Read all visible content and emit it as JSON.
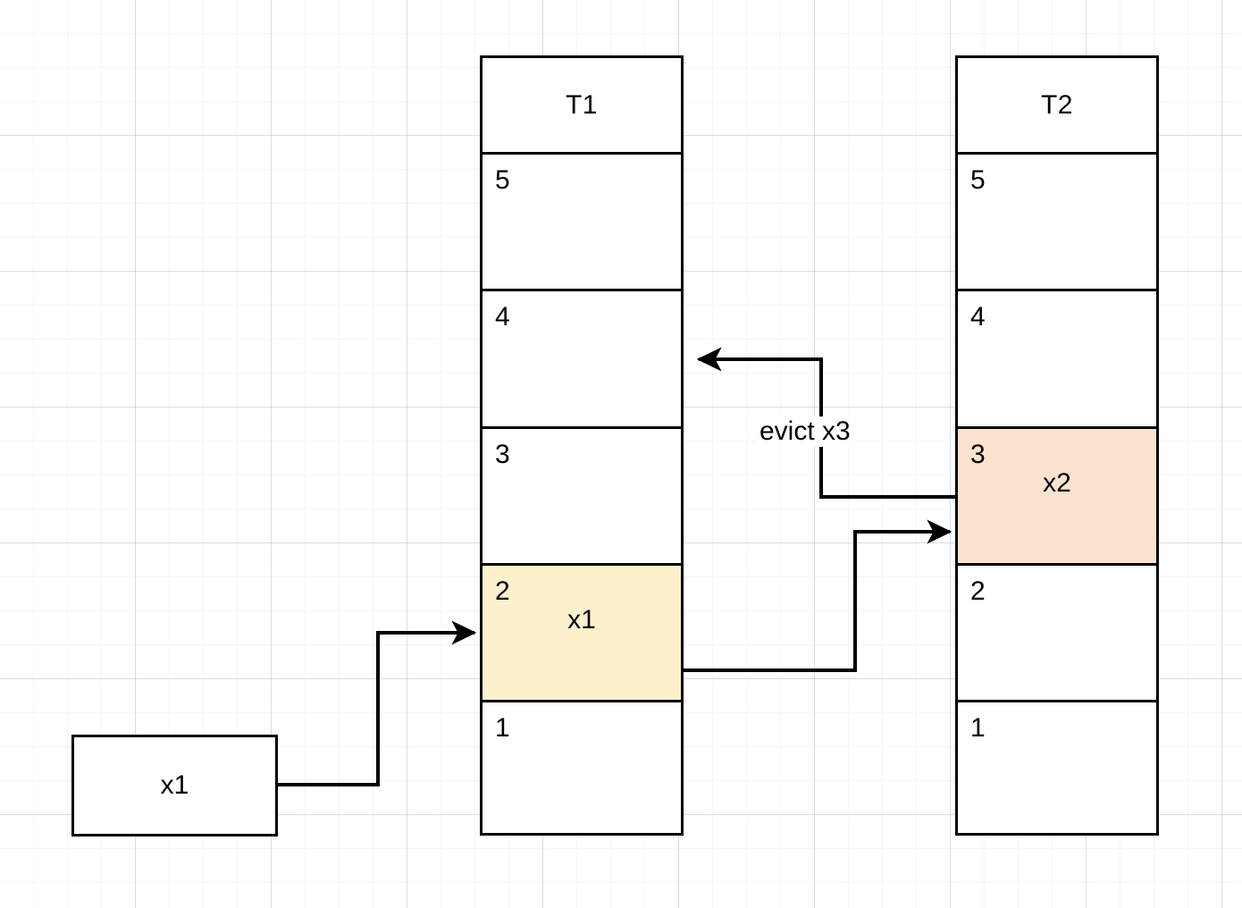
{
  "diagram": {
    "title_hidden": "",
    "background": {
      "grid_minor_color": "#f0f0f0",
      "grid_major_color": "#d9d9d9",
      "page_color": "#ffffff"
    },
    "stroke_color": "#000000",
    "tables": [
      {
        "id": "T1",
        "header": "T1",
        "rows": [
          {
            "index": "5",
            "value": "",
            "fill": "none"
          },
          {
            "index": "4",
            "value": "",
            "fill": "none"
          },
          {
            "index": "3",
            "value": "",
            "fill": "none"
          },
          {
            "index": "2",
            "value": "x1",
            "fill": "#fdf1cd"
          },
          {
            "index": "1",
            "value": "",
            "fill": "none"
          }
        ]
      },
      {
        "id": "T2",
        "header": "T2",
        "rows": [
          {
            "index": "5",
            "value": "",
            "fill": "none"
          },
          {
            "index": "4",
            "value": "",
            "fill": "none"
          },
          {
            "index": "3",
            "value": "x2",
            "fill": "#fbe3cf"
          },
          {
            "index": "2",
            "value": "",
            "fill": "none"
          },
          {
            "index": "1",
            "value": "",
            "fill": "none"
          }
        ]
      }
    ],
    "nodes": [
      {
        "id": "input",
        "label": "x1"
      }
    ],
    "edges": [
      {
        "id": "insert-x1",
        "label": "",
        "from": "x1-box",
        "to": "T1-row-2"
      },
      {
        "id": "evict-x3",
        "label": "evict x3",
        "from": "T2-row-3",
        "to": "T1-row-4"
      },
      {
        "id": "promote-x1",
        "label": "",
        "from": "T1-row-2",
        "to": "T2-row-3"
      }
    ]
  }
}
